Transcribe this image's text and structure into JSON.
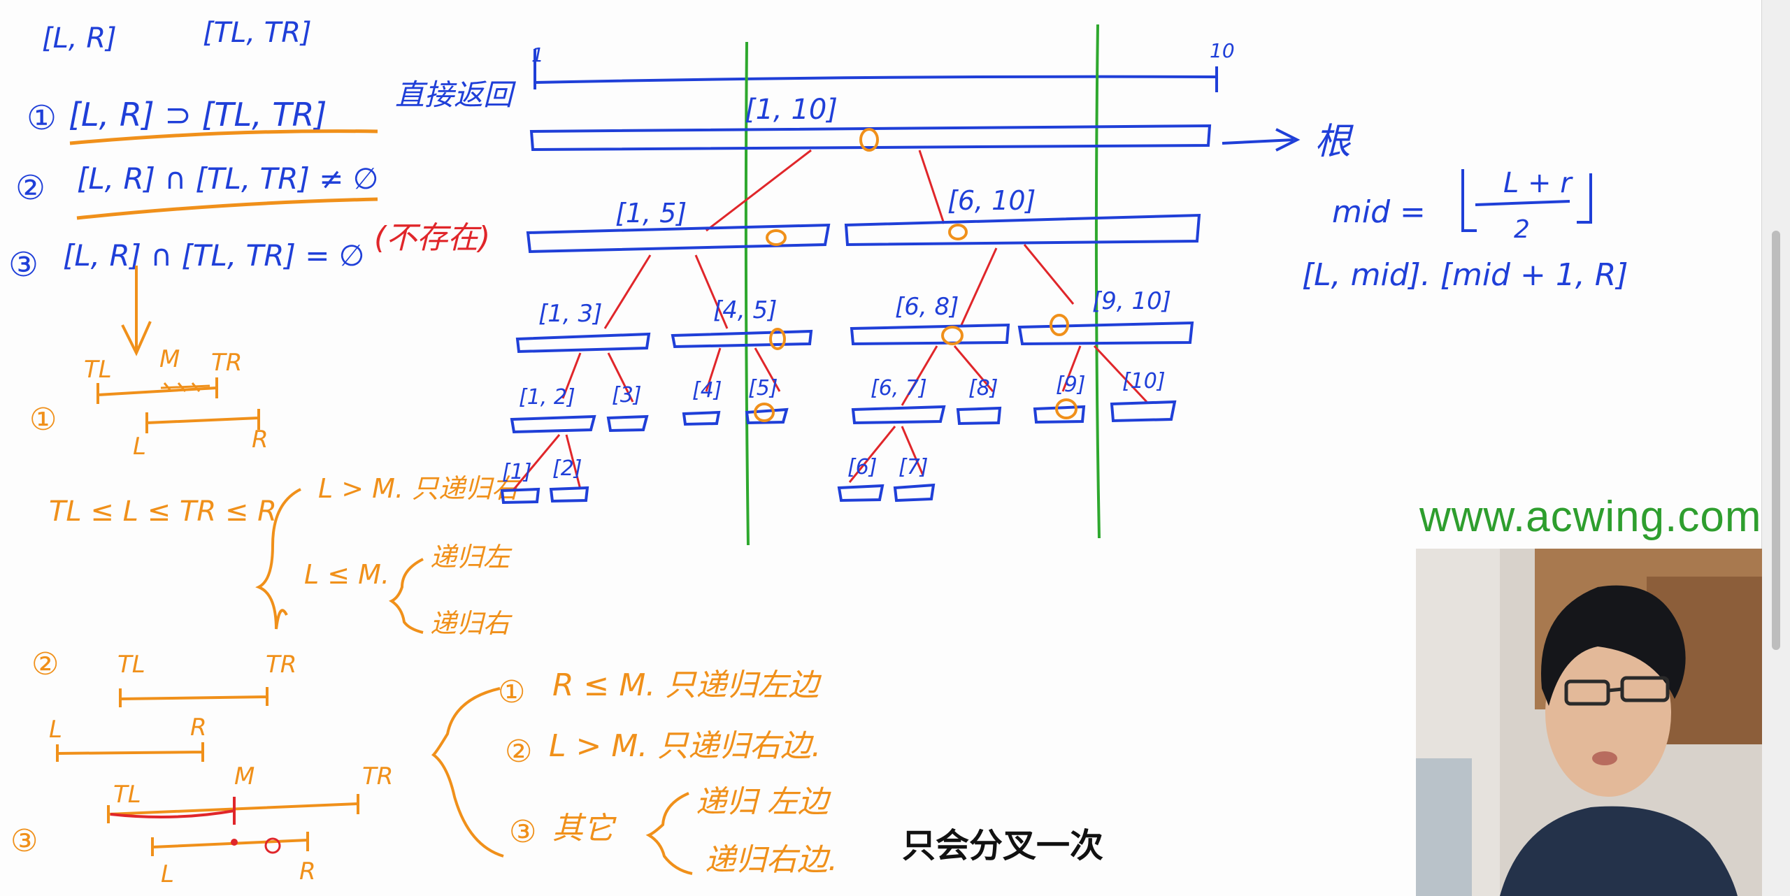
{
  "board": {
    "top": {
      "query_interval": "[L, R]",
      "node_interval": "[TL, TR]"
    },
    "cases": {
      "c1": {
        "num": "①",
        "text": "[L, R] ⊃ [TL, TR]",
        "note": "直接返回"
      },
      "c2": {
        "num": "②",
        "text": "[L, R] ∩ [TL, TR] ≠ ∅"
      },
      "c3": {
        "num": "③",
        "text": "[L, R] ∩ [TL, TR] = ∅",
        "note": "(不存在)"
      }
    },
    "left_case1": {
      "num": "①",
      "tl": "TL",
      "m": "M",
      "tr": "TR",
      "l": "L",
      "r": "R",
      "condition": "TL ≤ L ≤ TR ≤ R",
      "branch_a": "L > M. 只递归右",
      "branch_b": "L ≤ M.",
      "branch_b1": "递归左",
      "branch_b2": "递归右"
    },
    "left_case2": {
      "num": "②",
      "tl": "TL",
      "tr": "TR",
      "l": "L",
      "r": "R"
    },
    "left_case3": {
      "num": "③",
      "tl": "TL",
      "m": "M",
      "tr": "TR",
      "l": "L",
      "r": "R"
    },
    "rules": {
      "r1_num": "①",
      "r1": "R ≤ M.  只递归左边",
      "r2_num": "②",
      "r2": "L > M.  只递归右边.",
      "r3_num": "③",
      "r3": "其它",
      "r3a": "递归 左边",
      "r3b": "递归右边."
    },
    "tree": {
      "range_start": "1",
      "range_end": "10",
      "root": "[1, 10]",
      "root_label": "根",
      "l1": [
        "[1, 5]",
        "[6, 10]"
      ],
      "l2": [
        "[1, 3]",
        "[4, 5]",
        "[6, 8]",
        "[9, 10]"
      ],
      "l3": [
        "[1, 2]",
        "[3]",
        "[4]",
        "[5]",
        "[6, 7]",
        "[8]",
        "[9]",
        "[10]"
      ],
      "l4": [
        "[1]",
        "[2]",
        "[6]",
        "[7]"
      ]
    },
    "formula": {
      "mid_lhs": "mid =",
      "numerator": "L + r",
      "denominator": "2",
      "split": "[L, mid]. [mid + 1, R]"
    }
  },
  "overlay": {
    "watermark": "www.acwing.com",
    "subtitle": "只会分叉一次"
  },
  "colors": {
    "blue": "#1f3fd8",
    "orange": "#f0901a",
    "red": "#e0262a",
    "green": "#2ea82e",
    "watermark": "#2e9e2e"
  }
}
